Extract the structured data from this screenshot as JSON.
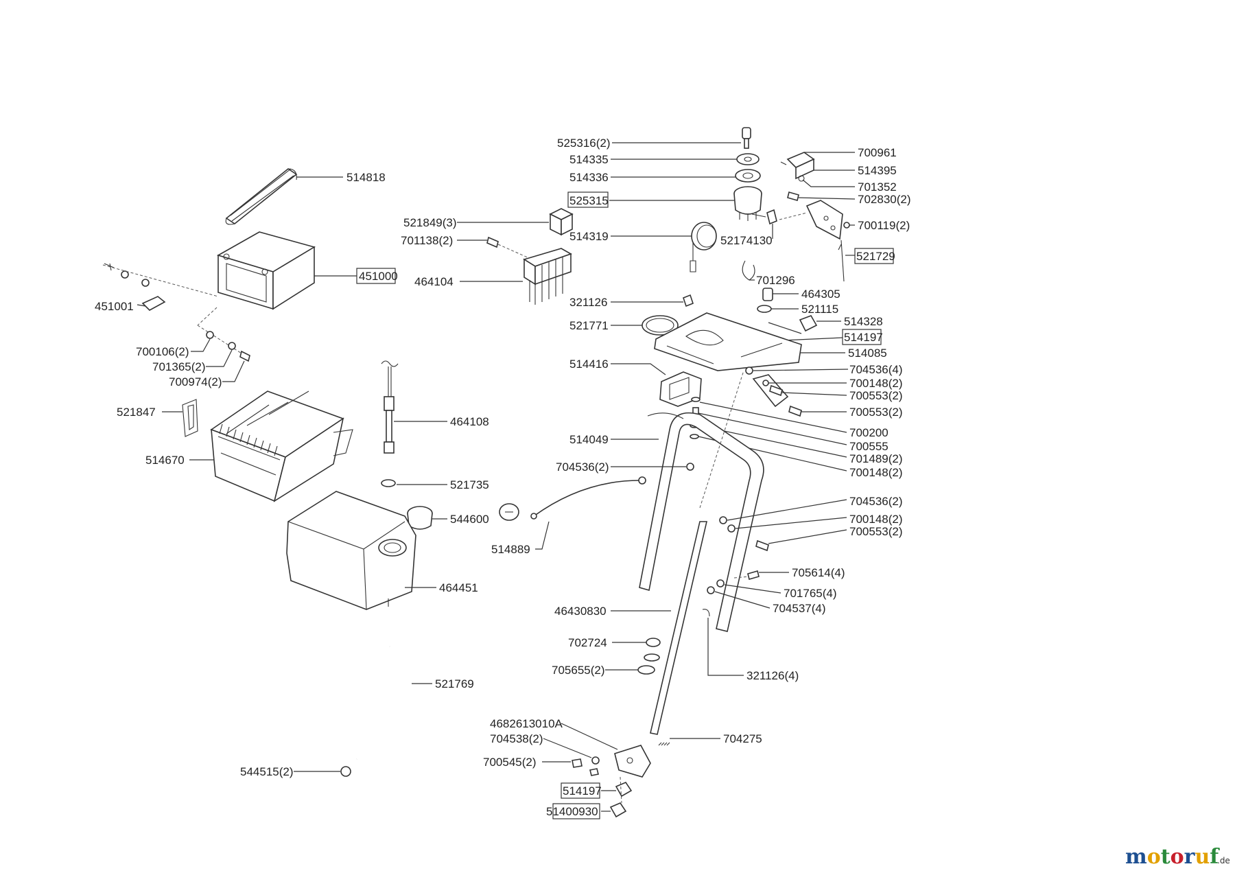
{
  "labels": {
    "p514818": "514818",
    "p451000": "451000",
    "p451001": "451001",
    "p700106": "700106(2)",
    "p701365": "701365(2)",
    "p700974": "700974(2)",
    "p521847": "521847",
    "p514670": "514670",
    "p464108": "464108",
    "p521735": "521735",
    "p544600": "544600",
    "p464451": "464451",
    "p521769": "521769",
    "p544515": "544515(2)",
    "p521849": "521849(3)",
    "p701138": "701138(2)",
    "p464104": "464104",
    "p525316": "525316(2)",
    "p514335": "514335",
    "p514336": "514336",
    "p525315": "525315",
    "p514319": "514319",
    "p52174130": "52174130",
    "p701296": "701296",
    "p700961": "700961",
    "p514395": "514395",
    "p701352": "701352",
    "p702830": "702830(2)",
    "p700119": "700119(2)",
    "p521729": "521729",
    "p321126a": "321126",
    "p464305": "464305",
    "p521115": "521115",
    "p521771": "521771",
    "p514328": "514328",
    "p514197a": "514197",
    "p514085": "514085",
    "p514416": "514416",
    "p704536a": "704536(4)",
    "p700148a": "700148(2)",
    "p700553a": "700553(2)",
    "p700553b": "700553(2)",
    "p700200": "700200",
    "p514049": "514049",
    "p700555": "700555",
    "p701489": "701489(2)",
    "p704536b": "704536(2)",
    "p700148b": "700148(2)",
    "p704536c": "704536(2)",
    "p700148c": "700148(2)",
    "p700553c": "700553(2)",
    "p514889": "514889",
    "p705614": "705614(4)",
    "p701765": "701765(4)",
    "p704537": "704537(4)",
    "p46430830": "46430830",
    "p702724": "702724",
    "p705655": "705655(2)",
    "p321126b": "321126(4)",
    "p4682613010A": "4682613010A",
    "p704538": "704538(2)",
    "p704275": "704275",
    "p700545": "700545(2)",
    "p514197b": "514197",
    "p51400930": "51400930"
  },
  "logo": {
    "text": "motoruf",
    "suffix": ".de",
    "colors": [
      "#1d4f91",
      "#e2a000",
      "#2a8a3a",
      "#c8202c",
      "#1d4f91",
      "#e2a000",
      "#2a8a3a"
    ]
  }
}
